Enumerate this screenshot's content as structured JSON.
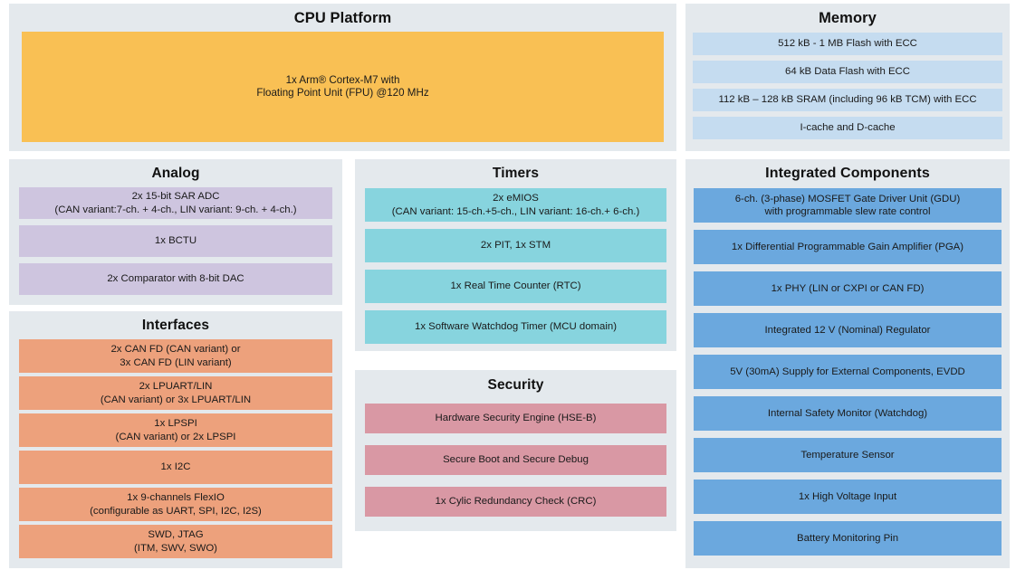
{
  "diagram": {
    "colors": {
      "panel_background": "#e4e9ed",
      "page_background": "#ffffff",
      "cpu": "#f9c054",
      "memory": "#c5dcf0",
      "analog": "#cec5df",
      "interfaces": "#eda17c",
      "timers": "#87d4de",
      "security": "#d998a4",
      "integrated_components": "#6ba8de"
    },
    "sections": {
      "cpu_platform": {
        "title": "CPU Platform",
        "blocks": [
          {
            "lines": [
              "1x Arm® Cortex-M7 with",
              "Floating Point Unit (FPU) @120 MHz"
            ]
          }
        ]
      },
      "memory": {
        "title": "Memory",
        "blocks": [
          {
            "lines": [
              "512 kB - 1 MB Flash with ECC"
            ]
          },
          {
            "lines": [
              "64 kB Data Flash with ECC"
            ]
          },
          {
            "lines": [
              "112 kB – 128 kB SRAM (including 96 kB TCM) with ECC"
            ]
          },
          {
            "lines": [
              "I-cache and D-cache"
            ]
          }
        ]
      },
      "analog": {
        "title": "Analog",
        "blocks": [
          {
            "lines": [
              "2x 15-bit SAR ADC",
              "(CAN variant:7-ch. + 4-ch., LIN variant: 9-ch. + 4-ch.)"
            ]
          },
          {
            "lines": [
              "1x BCTU"
            ]
          },
          {
            "lines": [
              "2x Comparator with 8-bit DAC"
            ]
          }
        ]
      },
      "interfaces": {
        "title": "Interfaces",
        "blocks": [
          {
            "lines": [
              "2x CAN FD (CAN variant) or",
              "3x CAN FD (LIN variant)"
            ]
          },
          {
            "lines": [
              "2x LPUART/LIN",
              "(CAN variant) or 3x LPUART/LIN"
            ]
          },
          {
            "lines": [
              "1x LPSPI",
              "(CAN variant) or 2x LPSPI"
            ]
          },
          {
            "lines": [
              "1x I2C"
            ]
          },
          {
            "lines": [
              "1x 9-channels FlexIO",
              "(configurable as UART, SPI, I2C, I2S)"
            ]
          },
          {
            "lines": [
              "SWD, JTAG",
              "(ITM, SWV, SWO)"
            ]
          }
        ]
      },
      "timers": {
        "title": "Timers",
        "blocks": [
          {
            "lines": [
              "2x eMIOS",
              "(CAN variant: 15-ch.+5-ch., LIN variant: 16-ch.+ 6-ch.)"
            ]
          },
          {
            "lines": [
              "2x PIT, 1x STM"
            ]
          },
          {
            "lines": [
              "1x Real Time Counter (RTC)"
            ]
          },
          {
            "lines": [
              "1x Software Watchdog Timer (MCU domain)"
            ]
          }
        ]
      },
      "security": {
        "title": "Security",
        "blocks": [
          {
            "lines": [
              "Hardware Security Engine (HSE-B)"
            ]
          },
          {
            "lines": [
              "Secure Boot and Secure Debug"
            ]
          },
          {
            "lines": [
              "1x Cylic Redundancy Check (CRC)"
            ]
          }
        ]
      },
      "integrated_components": {
        "title": "Integrated Components",
        "blocks": [
          {
            "lines": [
              "6-ch. (3-phase) MOSFET Gate Driver Unit (GDU)",
              "with programmable slew rate control"
            ]
          },
          {
            "lines": [
              "1x Differential Programmable Gain Amplifier (PGA)"
            ]
          },
          {
            "lines": [
              "1x PHY (LIN or CXPI or CAN FD)"
            ]
          },
          {
            "lines": [
              "Integrated 12 V (Nominal) Regulator"
            ]
          },
          {
            "lines": [
              "5V (30mA) Supply for External Components, EVDD"
            ]
          },
          {
            "lines": [
              "Internal Safety Monitor (Watchdog)"
            ]
          },
          {
            "lines": [
              "Temperature Sensor"
            ]
          },
          {
            "lines": [
              "1x High Voltage Input"
            ]
          },
          {
            "lines": [
              "Battery Monitoring Pin"
            ]
          }
        ]
      }
    }
  }
}
